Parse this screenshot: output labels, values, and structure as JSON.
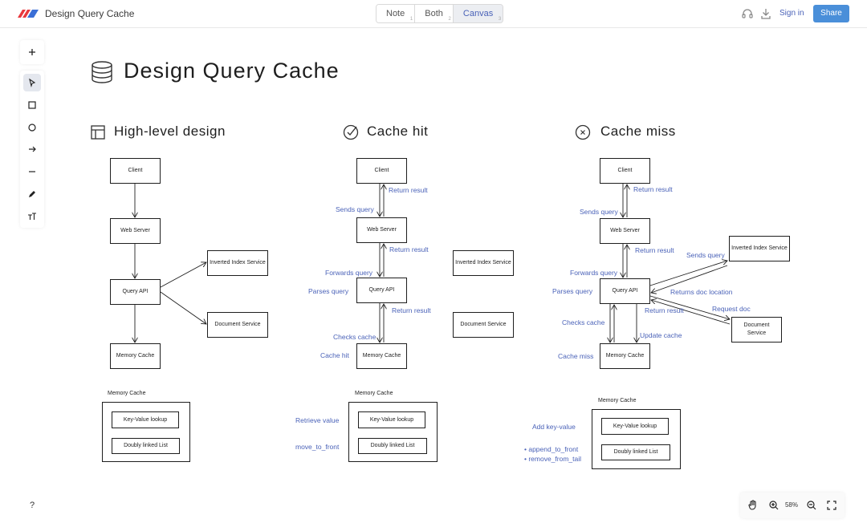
{
  "app": {
    "doc_title": "Design Query Cache",
    "view_tabs": [
      {
        "label": "Note",
        "key": "1",
        "active": false
      },
      {
        "label": "Both",
        "key": "2",
        "active": false
      },
      {
        "label": "Canvas",
        "key": "3",
        "active": true
      }
    ],
    "sign_in": "Sign in",
    "share": "Share",
    "accent": "#4a8fd9",
    "link_color": "#4a62b8",
    "icons": [
      "headset-icon",
      "download-icon"
    ]
  },
  "toolbar": {
    "tools": [
      {
        "name": "add",
        "icon": "plus-icon"
      },
      {
        "name": "select",
        "icon": "pointer-icon",
        "key": "1",
        "selected": true
      },
      {
        "name": "rectangle",
        "icon": "square-icon",
        "key": "2"
      },
      {
        "name": "ellipse",
        "icon": "circle-icon",
        "key": "3"
      },
      {
        "name": "arrow",
        "icon": "arrow-icon",
        "key": "4"
      },
      {
        "name": "line",
        "icon": "line-icon",
        "key": "5"
      },
      {
        "name": "pencil",
        "icon": "pencil-icon",
        "key": "6"
      },
      {
        "name": "text",
        "icon": "text-icon",
        "key": "7"
      }
    ],
    "help": "?"
  },
  "zoom": {
    "level": "58%",
    "icons": [
      "hand-icon",
      "zoom-in-icon",
      "zoom-out-icon",
      "fit-screen-icon"
    ]
  },
  "canvas": {
    "title": "Design Query Cache",
    "sections": {
      "high_level": {
        "title": "High-level design",
        "boxes": {
          "client": "Client",
          "web_server": "Web Server",
          "query_api": "Query API",
          "memory_cache": "Memory Cache",
          "inverted_index": "Inverted Index Service",
          "document_service": "Document Service"
        },
        "memcache_caption": "Memory Cache",
        "kv": "Key-Value lookup",
        "dll": "Doubly linked List"
      },
      "cache_hit": {
        "title": "Cache hit",
        "boxes": {
          "client": "Client",
          "web_server": "Web Server",
          "query_api": "Query API",
          "memory_cache": "Memory Cache",
          "inverted_index": "Inverted Index Service",
          "document_service": "Document Service"
        },
        "labels": {
          "return1": "Return result",
          "sends_query": "Sends query",
          "return2": "Return result",
          "forwards_query": "Forwards query",
          "parses_query": "Parses query",
          "return3": "Return result",
          "checks_cache": "Checks cache",
          "cache_hit": "Cache hit"
        },
        "memcache_caption": "Memory Cache",
        "kv": "Key-Value lookup",
        "dll": "Doubly linked List",
        "retrieve": "Retrieve value",
        "move": "move_to_front"
      },
      "cache_miss": {
        "title": "Cache miss",
        "boxes": {
          "client": "Client",
          "web_server": "Web Server",
          "query_api": "Query API",
          "memory_cache": "Memory Cache",
          "inverted_index": "Inverted Index Service",
          "document_service": "Document Service"
        },
        "labels": {
          "return1": "Return result",
          "sends_query": "Sends query",
          "return2": "Return result",
          "sends_query2": "Sends query",
          "forwards_query": "Forwards query",
          "parses_query": "Parses query",
          "returns_doc": "Returns doc location",
          "return3": "Return result",
          "request_doc": "Request doc",
          "checks_cache": "Checks cache",
          "update_cache": "Update cache",
          "cache_miss": "Cache miss"
        },
        "memcache_caption": "Memory Cache",
        "kv": "Key-Value lookup",
        "dll": "Doubly linked List",
        "add": "Add key-value",
        "b1": "• append_to_front",
        "b2": "• remove_from_tail"
      }
    }
  }
}
